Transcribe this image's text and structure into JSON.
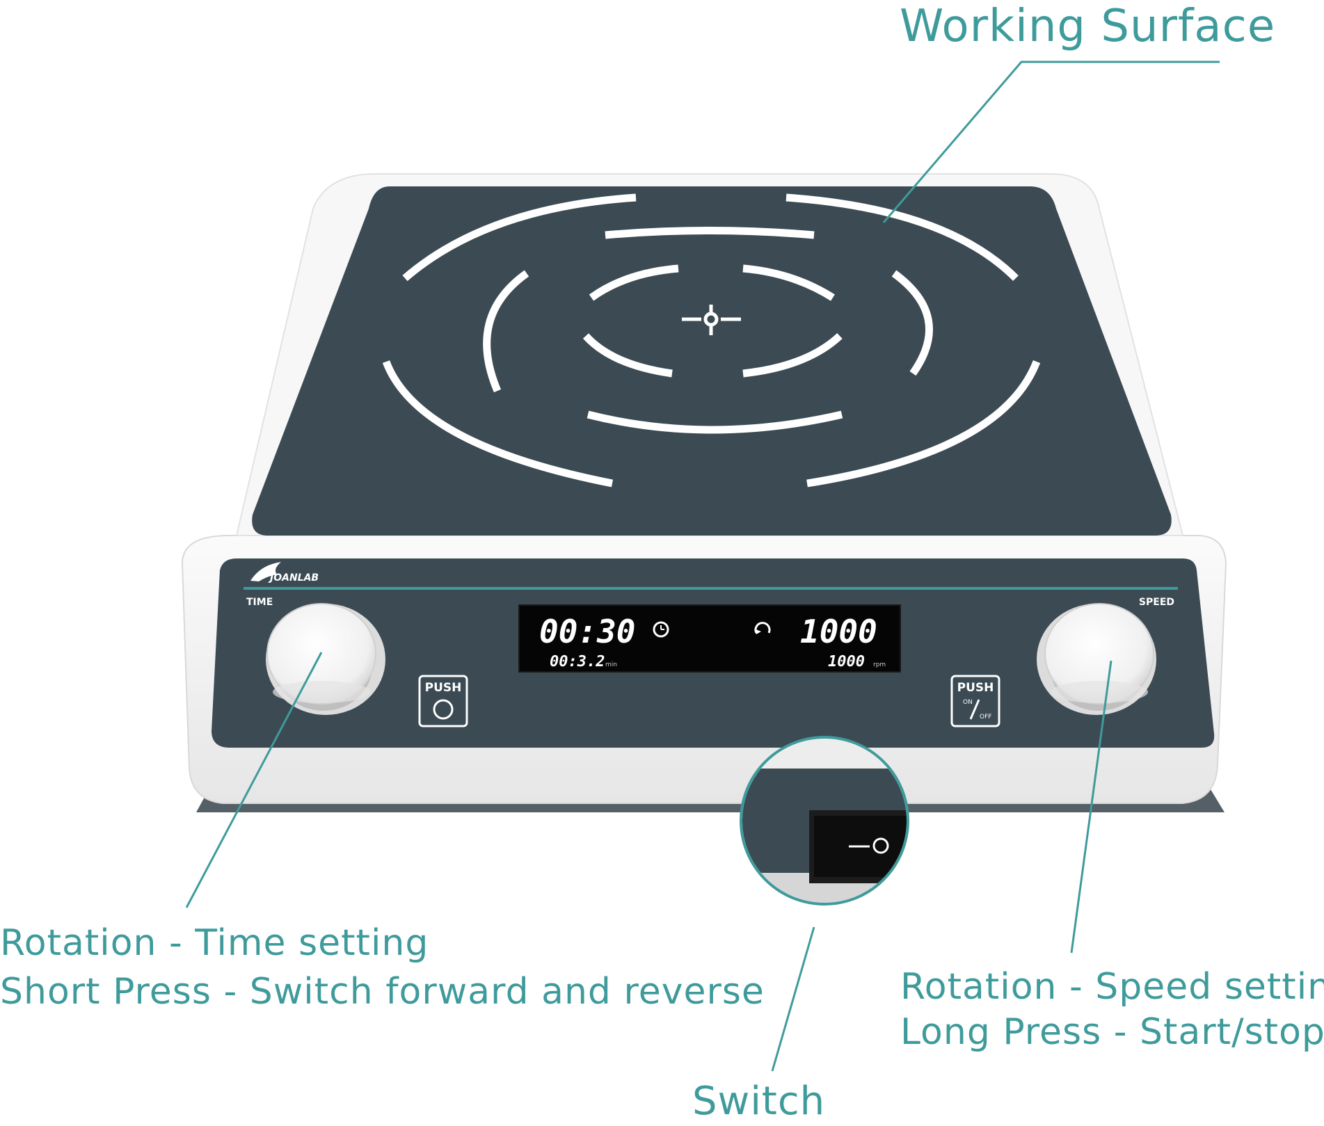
{
  "colors": {
    "accent": "#3f9b9b",
    "surface": "#3b4a53",
    "body": "#f3f3f3",
    "display_bg": "#050505",
    "display_text": "#ffffff"
  },
  "callouts": {
    "working_surface": "Working Surface",
    "time_knob_line1": "Rotation - Time setting",
    "time_knob_line2": "Short Press - Switch forward and reverse",
    "speed_knob_line1": "Rotation - Speed setting",
    "speed_knob_line2": "Long Press - Start/stop",
    "switch": "Switch"
  },
  "device": {
    "brand": "JOANLAB",
    "time_label": "TIME",
    "speed_label": "SPEED",
    "display": {
      "set_time": "00:30",
      "set_speed": "1000",
      "actual_time": "00:3.2",
      "actual_time_unit": "min",
      "actual_speed": "1000",
      "actual_speed_unit": "rpm"
    },
    "left_push_label": "PUSH",
    "right_push_label": "PUSH",
    "on_label": "ON",
    "off_label": "OFF"
  },
  "icons": {
    "set_time": "clock-icon",
    "set_speed": "rotation-icon",
    "left_push": "reverse-icon",
    "right_push": "power-toggle-icon",
    "center": "crosshair-icon",
    "brand": "fish-logo-icon"
  }
}
